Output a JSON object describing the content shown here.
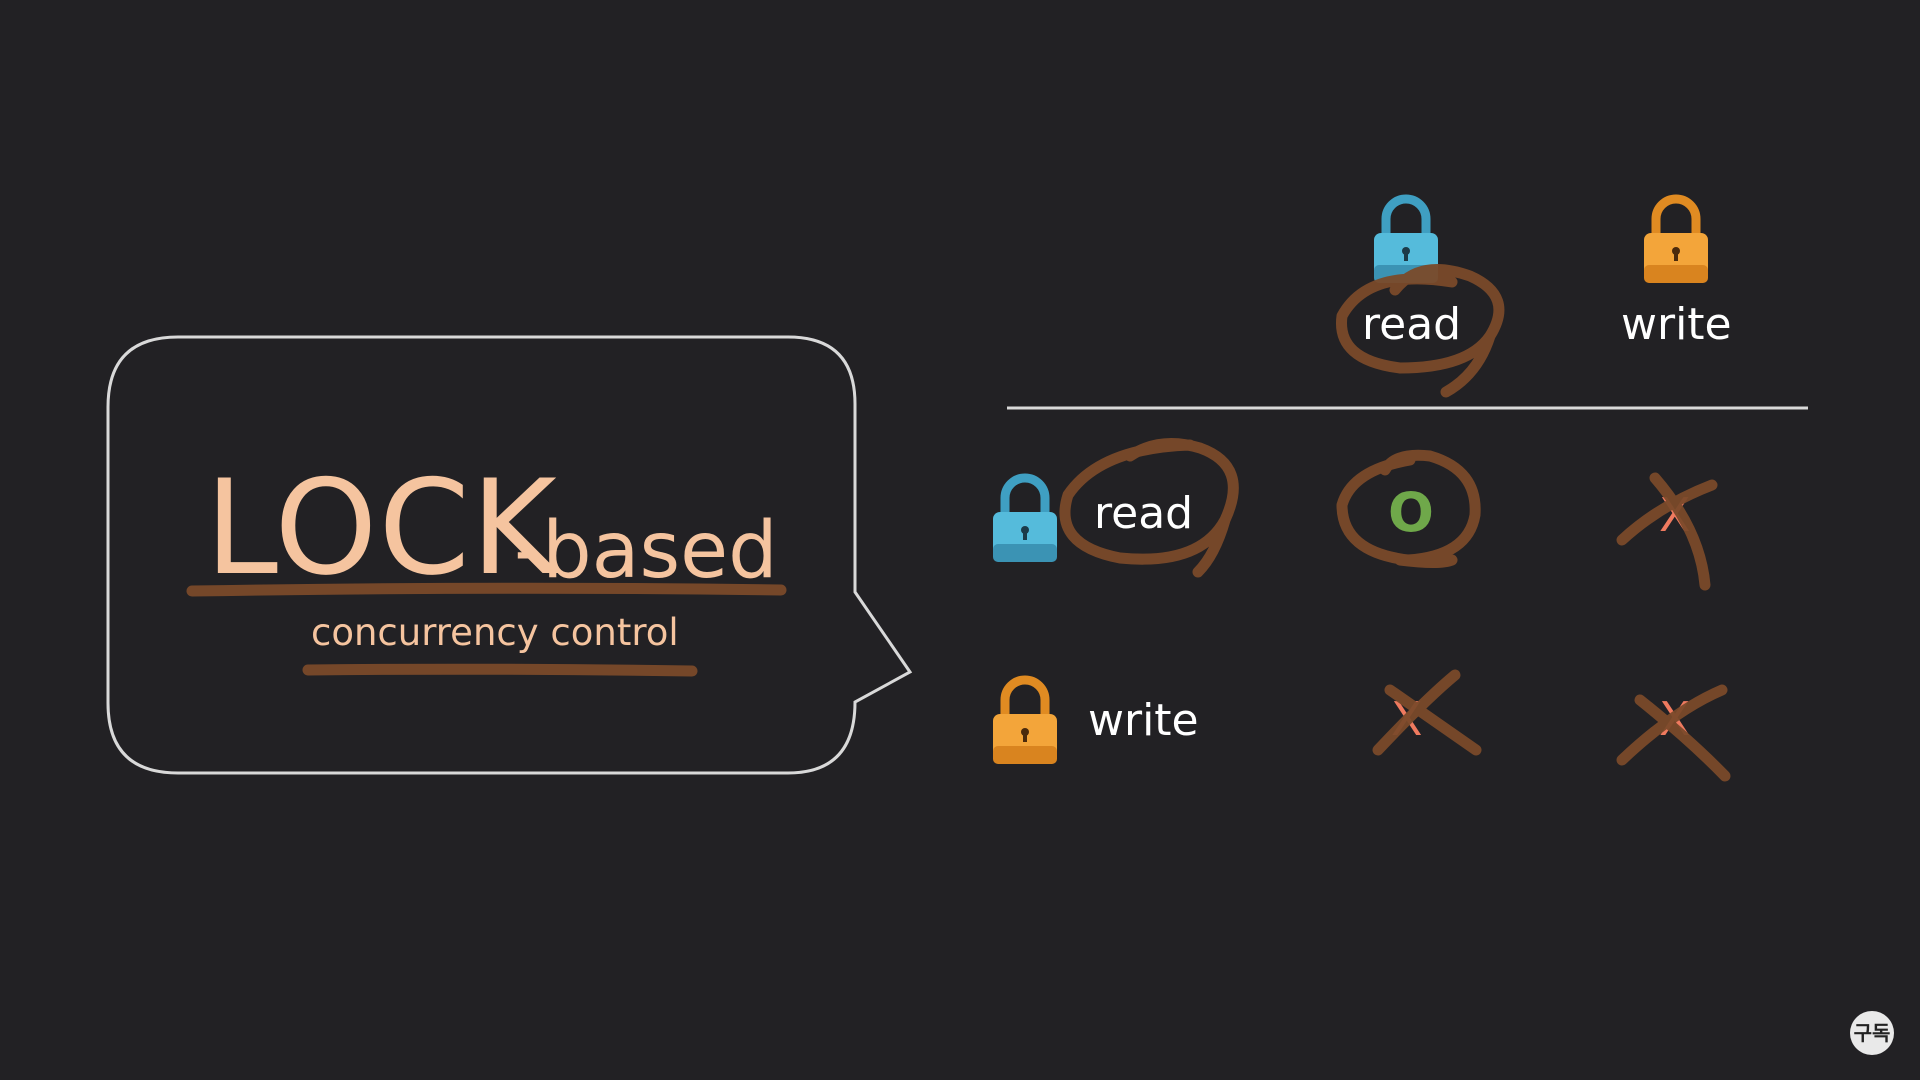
{
  "title": {
    "main": "LOCK",
    "suffix": "-based",
    "subtitle": "concurrency control"
  },
  "matrix": {
    "columns": [
      {
        "label": "read",
        "lock": "blue-lock-icon"
      },
      {
        "label": "write",
        "lock": "orange-lock-icon"
      }
    ],
    "rows": [
      {
        "label": "read",
        "lock": "blue-lock-icon",
        "cells": [
          "O",
          "X"
        ]
      },
      {
        "label": "write",
        "lock": "orange-lock-icon",
        "cells": [
          "X",
          "X"
        ]
      }
    ]
  },
  "badge": "구독",
  "colors": {
    "background": "#222124",
    "title": "#f5c49f",
    "annotation": "#7a4a2a",
    "compatible": "#6fa84a",
    "incompatible": "#ef7a5f",
    "read_lock": "#4fb7d6",
    "write_lock": "#f0a033"
  }
}
